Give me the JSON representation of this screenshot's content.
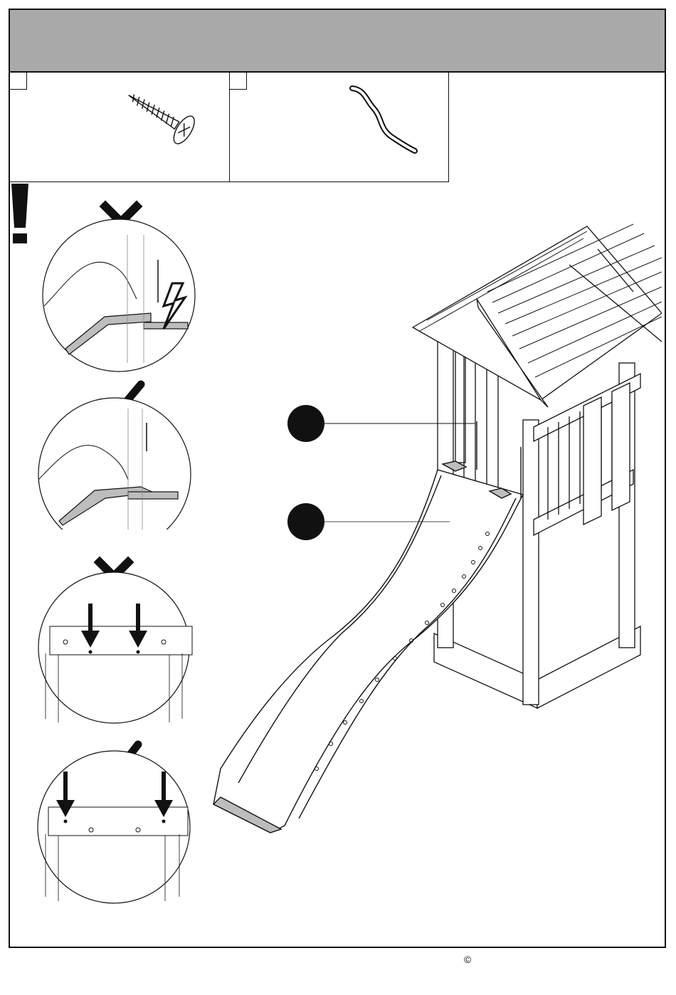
{
  "page": {
    "header_title": "",
    "copyright_symbol": "©"
  },
  "parts": [
    {
      "quantity": "",
      "icon": "wood-screw-icon"
    },
    {
      "quantity": "",
      "icon": "slide-part-icon"
    }
  ],
  "callouts": [
    {
      "label": ""
    },
    {
      "label": ""
    }
  ],
  "details": [
    {
      "verdict": "wrong",
      "icon": "cross-icon"
    },
    {
      "verdict": "correct",
      "icon": "checkmark-icon"
    },
    {
      "verdict": "wrong",
      "icon": "cross-icon"
    },
    {
      "verdict": "correct",
      "icon": "checkmark-icon"
    }
  ],
  "colors": {
    "header_band": "#a9a9a9",
    "line": "#111111",
    "grey_fill": "#bdbdbd"
  }
}
